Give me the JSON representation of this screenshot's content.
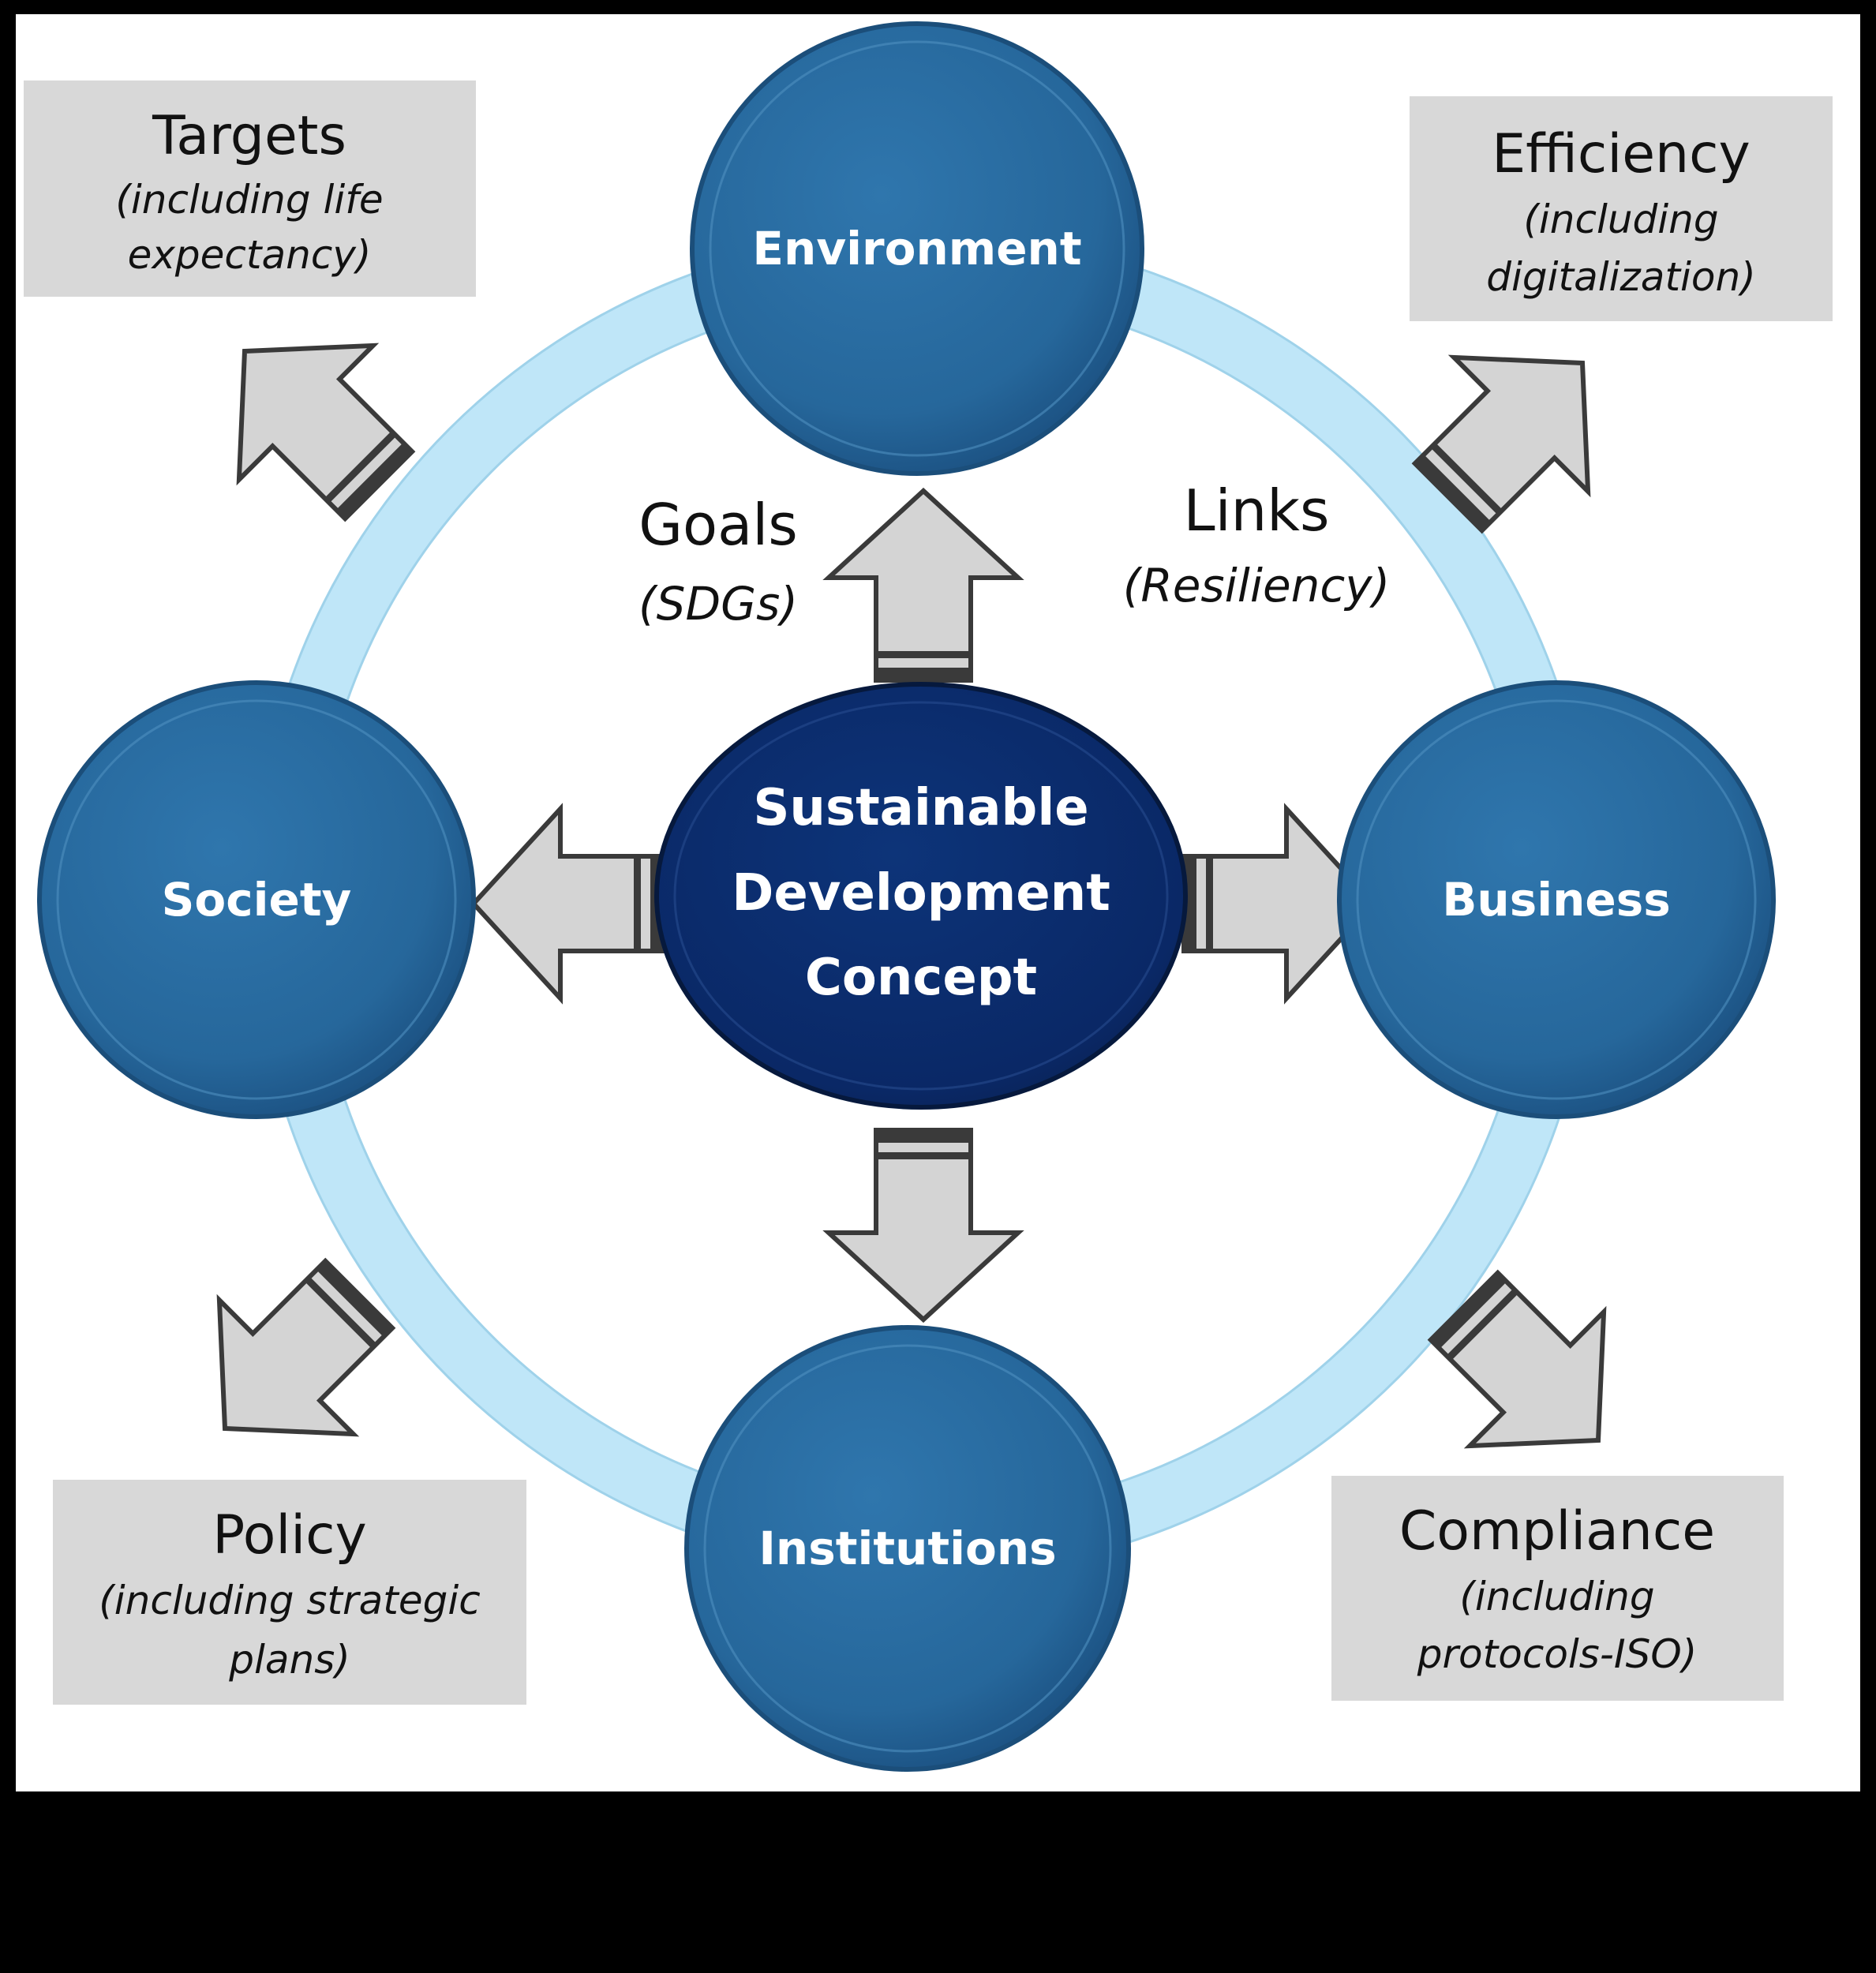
{
  "center": {
    "line1": "Sustainable",
    "line2": "Development",
    "line3": "Concept"
  },
  "nodes": {
    "environment": "Environment",
    "society": "Society",
    "business": "Business",
    "institutions": "Institutions"
  },
  "goals": {
    "title": "Goals",
    "sub": "(SDGs)"
  },
  "links": {
    "title": "Links",
    "sub": "(Resiliency)"
  },
  "boxes": {
    "targets": {
      "title": "Targets",
      "sub1": "(including life",
      "sub2": "expectancy)"
    },
    "efficiency": {
      "title": "Efficiency",
      "sub1": "(including",
      "sub2": "digitalization)"
    },
    "policy": {
      "title": "Policy",
      "sub1": "(including strategic",
      "sub2": "plans)"
    },
    "compliance": {
      "title": "Compliance",
      "sub1": "(including",
      "sub2": "protocols-ISO)"
    }
  },
  "colors": {
    "background": "#ffffff",
    "frame": "#000000",
    "ring": "#bfe6f8",
    "node_fill": "#26679b",
    "node_edge": "#1b4e7a",
    "center_fill": "#0b2a6a",
    "arrow_fill": "#d4d4d4",
    "arrow_stroke": "#3a3a3a",
    "box_fill": "#d8d8d8"
  }
}
